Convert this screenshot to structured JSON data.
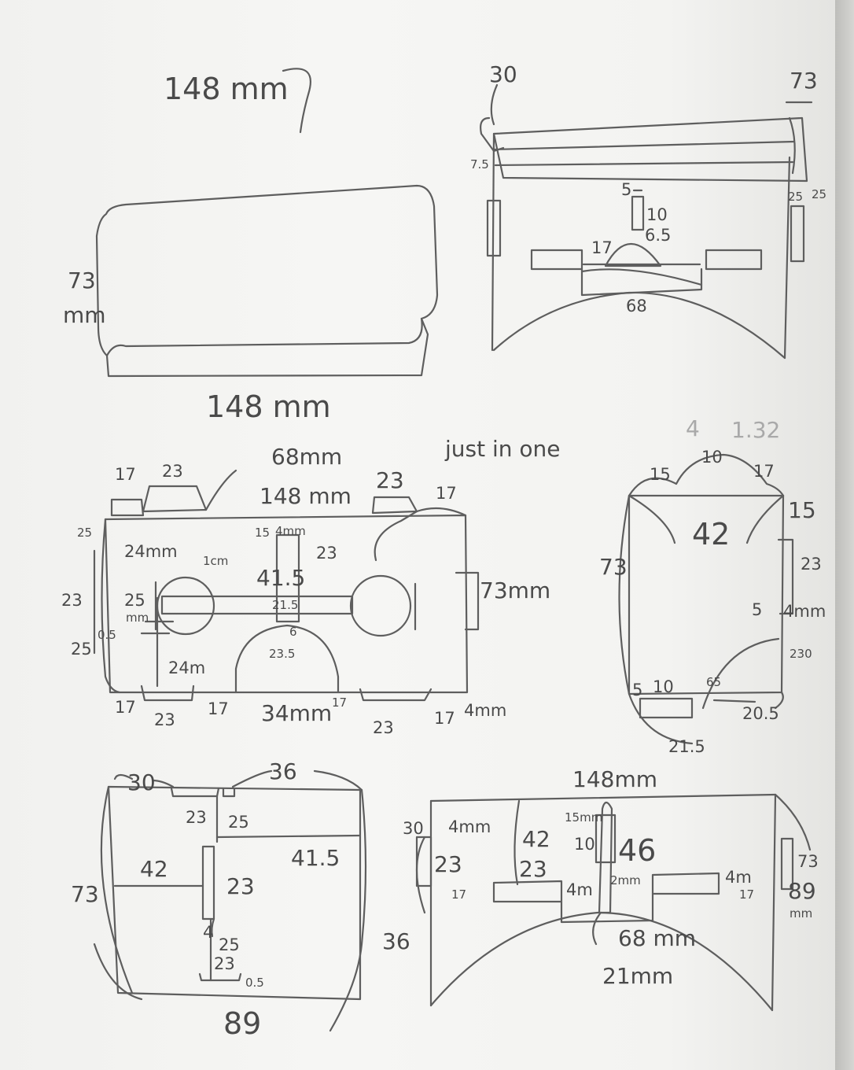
{
  "sketch1": {
    "title": "148 mm",
    "height_label_a": "73",
    "height_label_b": "mm",
    "bottom_label": "148 mm"
  },
  "sketch2": {
    "top_left": "30",
    "top_right": "73",
    "left_small": "7.5",
    "right_a": "25",
    "right_b": "25",
    "center_a": "5",
    "center_b": "10",
    "center_c": "6.5",
    "center_d": "17",
    "bottom": "68"
  },
  "sketch3": {
    "note": "just in one",
    "top_68": "68mm",
    "top_148": "148 mm",
    "tab_17_left": "17",
    "tab_23_left": "23",
    "tab_23_right": "23",
    "tab_17_right": "17",
    "left_25": "25",
    "left_24": "24mm",
    "left_23": "23",
    "left_25b": "25",
    "left_mm": "mm",
    "left_25c": "25",
    "left_05": "0.5",
    "left_24b": "24m",
    "center_15": "15",
    "center_4mm": "4mm",
    "center_23": "23",
    "center_415": "41.5",
    "center_1cm": "1cm",
    "center_215": "21.5",
    "center_6": "6",
    "center_235": "23.5",
    "right_73": "73mm",
    "bot_17a": "17",
    "bot_23a": "23",
    "bot_17b": "17",
    "bot_34": "34mm",
    "bot_17c": "17",
    "bot_23b": "23",
    "bot_17d": "17",
    "bot_4mm": "4mm"
  },
  "sketch4": {
    "faint_a": "4",
    "faint_b": "1.32",
    "top_15": "15",
    "top_10": "10",
    "top_17": "17",
    "center_42": "42",
    "right_15": "15",
    "right_23": "23",
    "right_5": "5",
    "right_4mm": "4mm",
    "right_230": "230",
    "left_73": "73",
    "bot_5": "5",
    "bot_10": "10",
    "bot_65": "65",
    "bot_205": "20.5",
    "bot_215": "21.5"
  },
  "sketch5": {
    "top_30": "30",
    "top_36": "36",
    "inner_23": "23",
    "inner_25": "25",
    "right_415": "41.5",
    "left_42": "42",
    "left_73": "73",
    "mid_23": "23",
    "mid_4": "4",
    "mid_25": "25",
    "bot_23": "23",
    "bot_05": "0.5",
    "bottom": "89"
  },
  "sketch6": {
    "top": "148mm",
    "left_30": "30",
    "left_4mm": "4mm",
    "left_23": "23",
    "left_42": "42",
    "left_23b": "23",
    "left_17": "17",
    "left_36": "36",
    "center_15": "15mm",
    "center_10": "10",
    "center_46": "46",
    "center_4m": "4m",
    "center_2mm": "2mm",
    "right_4m": "4m",
    "right_17": "17",
    "right_73": "73",
    "right_89": "89",
    "right_mm": "mm",
    "bottom_68": "68 mm",
    "bottom_21": "21mm"
  }
}
